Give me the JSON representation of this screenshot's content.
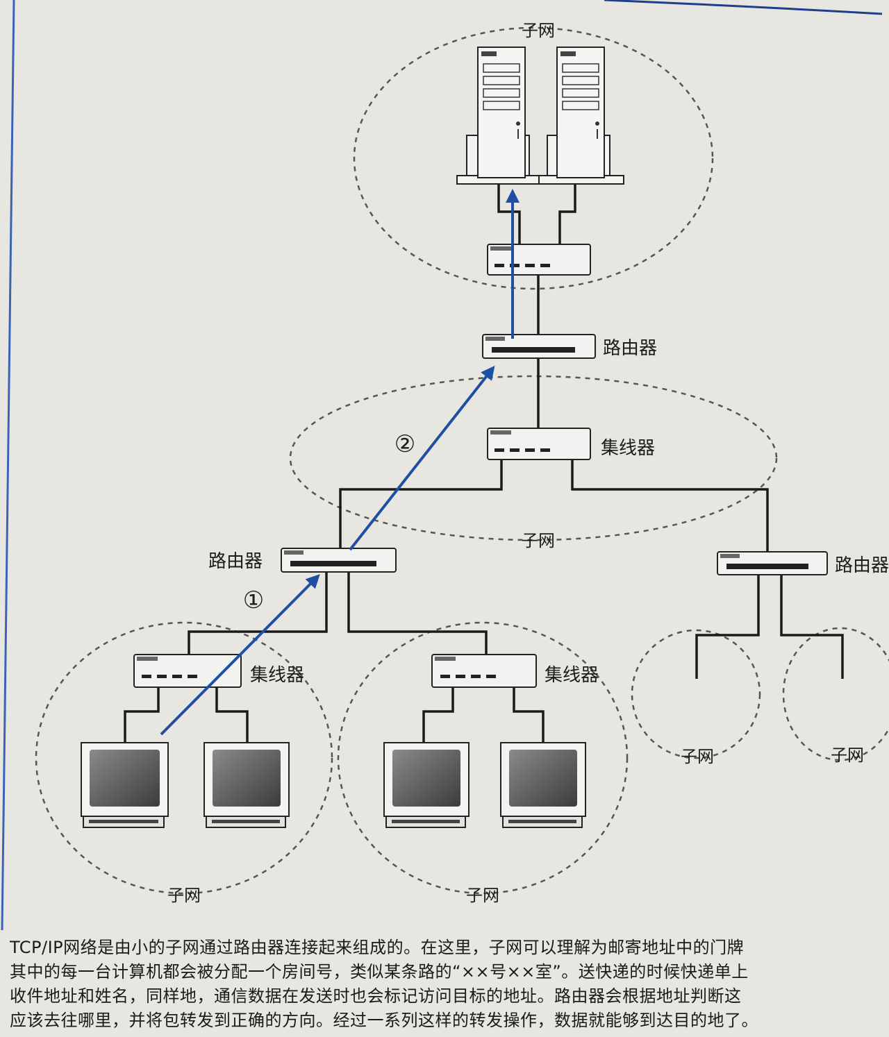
{
  "labels": {
    "subnet": "子网",
    "router": "路由器",
    "hub": "集线器",
    "step1": "①",
    "step2": "②"
  },
  "caption": [
    "TCP/IP网络是由小的子网通过路由器连接起来组成的。在这里，子网可以理解为邮寄地址中的门牌",
    "其中的每一台计算机都会被分配一个房间号，类似某条路的“××号××室”。送快递的时候快递单上",
    "收件地址和姓名，同样地，通信数据在发送时也会标记访问目标的地址。路由器会根据地址判断这",
    "应该去往哪里，并将包转发到正确的方向。经过一系列这样的转发操作，数据就能够到达目的地了。"
  ],
  "colors": {
    "arrow": "#1f4fa3",
    "line": "#1a1a1a",
    "dash": "#555555",
    "page": "#e8e6e1"
  }
}
